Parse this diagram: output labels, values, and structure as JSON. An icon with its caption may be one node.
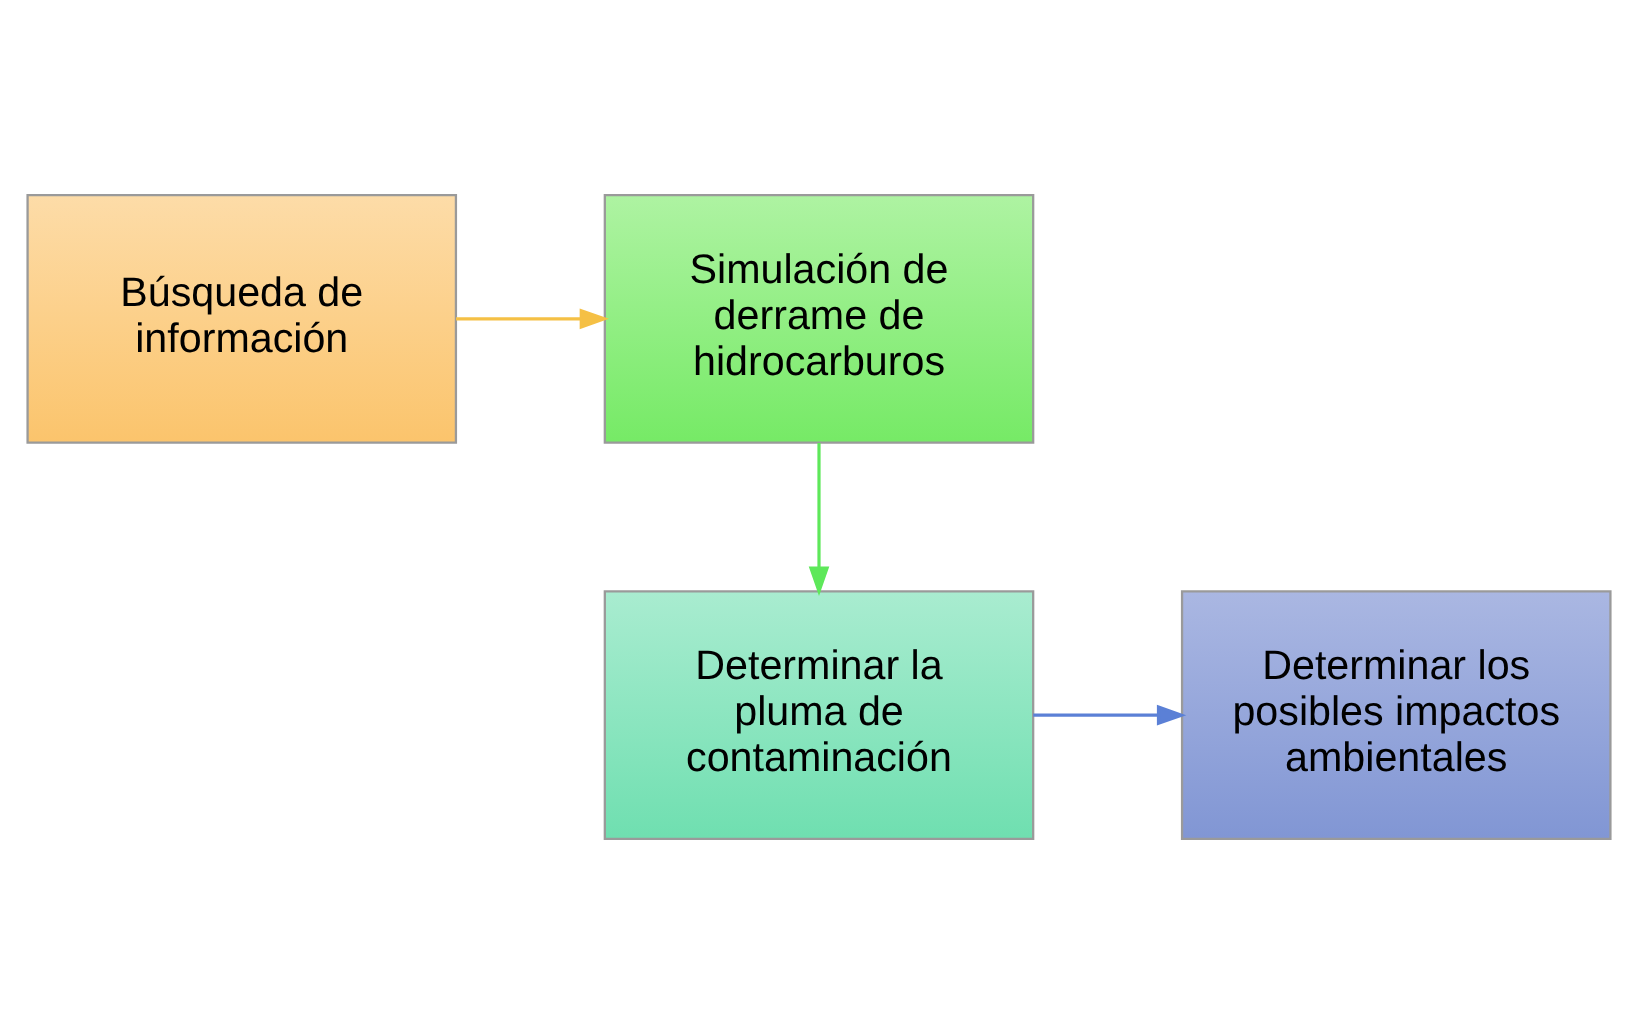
{
  "diagram": {
    "nodes": [
      {
        "text": [
          "Búsqueda de información"
        ]
      },
      {
        "text": [
          "Simulación de derrame de hidrocarburos"
        ]
      },
      {
        "text": [
          "Determinar la pluma de contaminación"
        ]
      },
      {
        "text": [
          "Determinar los posibles impactos ambientales"
        ]
      }
    ],
    "edges": [
      {
        "from": 0,
        "to": 1,
        "arrow": "to",
        "color": "#f5c045"
      },
      {
        "from": 1,
        "to": 2,
        "arrow": "to",
        "color": "#5ee85a"
      },
      {
        "from": 2,
        "to": 3,
        "arrow": "to",
        "color": "#5b80d6"
      }
    ]
  }
}
